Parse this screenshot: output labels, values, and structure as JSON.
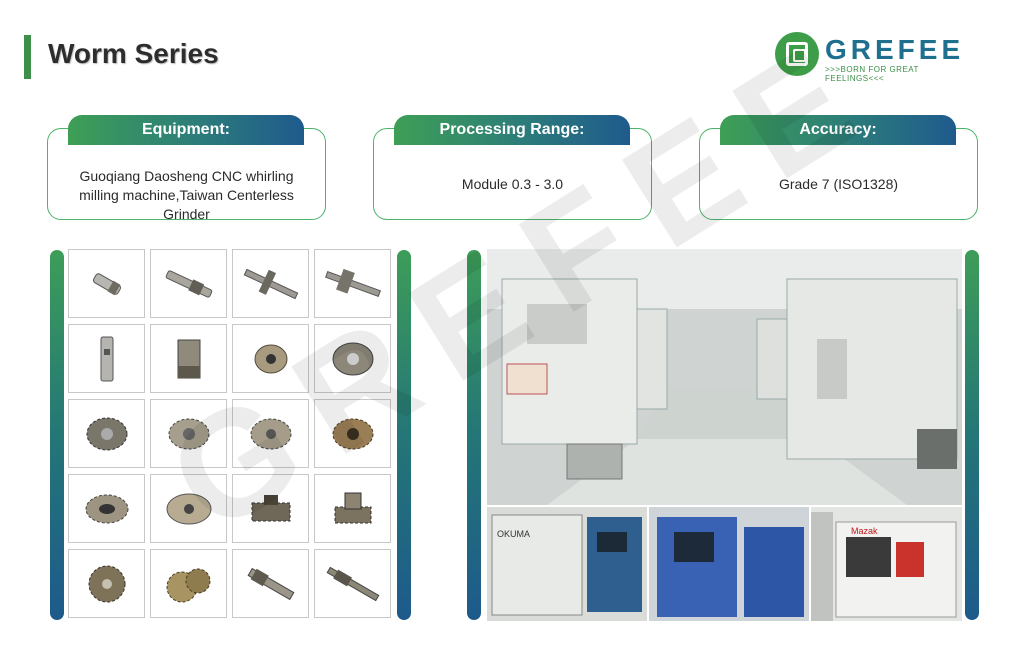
{
  "page": {
    "title": "Worm Series"
  },
  "logo": {
    "name": "GREFEE",
    "tagline": ">>>BORN FOR GREAT FEELINGS<<<"
  },
  "info": [
    {
      "label": "Equipment:",
      "text": "Guoqiang Daosheng CNC whirling milling machine,Taiwan Centerless Grinder"
    },
    {
      "label": "Processing Range:",
      "text": "Module 0.3 - 3.0"
    },
    {
      "label": "Accuracy:",
      "text": "Grade 7 (ISO1328)"
    }
  ],
  "watermark": "GREFEE",
  "machine_labels": {
    "okuma": "OKUMA",
    "mazak": "Mazak"
  },
  "colors": {
    "accent_green": "#3d8f49",
    "brand_blue": "#1f6f8f",
    "gradient_blue": "#1f5a8d",
    "border_green": "#4bb36a"
  }
}
